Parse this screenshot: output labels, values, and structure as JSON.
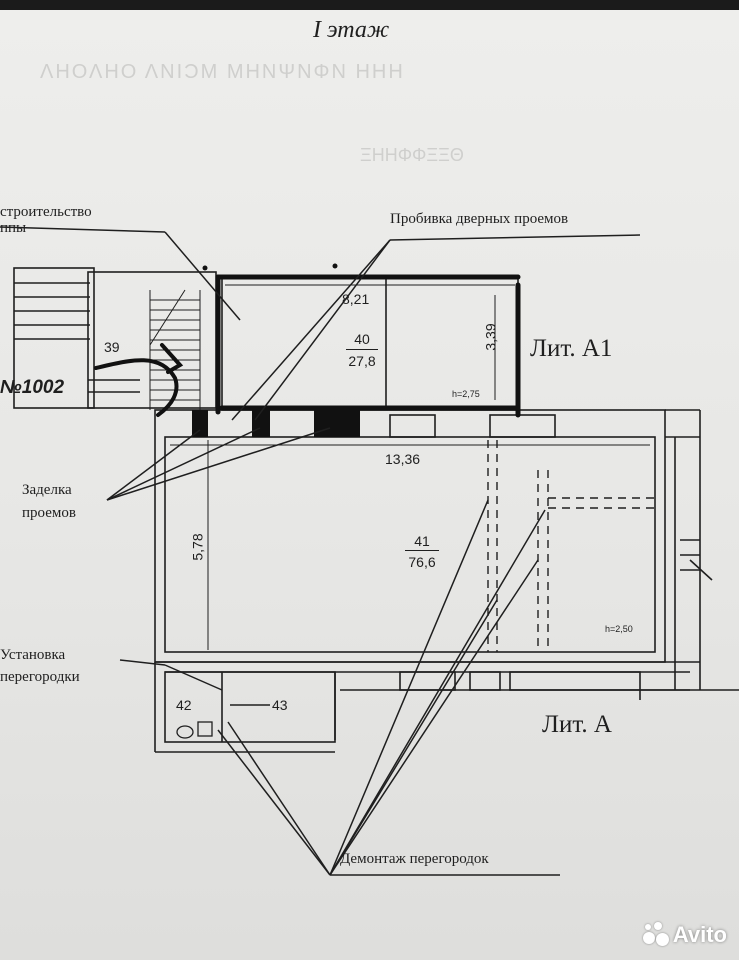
{
  "floor_title": "I этаж",
  "notes": {
    "construction": "строительство",
    "stairs": "ппы",
    "door_openings": "Пробивка дверных проемов",
    "seal_openings_1": "Заделка",
    "seal_openings_2": "проемов",
    "install_1": "Установка",
    "install_2": "перегородки",
    "dismantle": "Демонтаж перегородок"
  },
  "lit_labels": {
    "a1": "Лит. А1",
    "a": "Лит. А"
  },
  "dimensions": {
    "top": "8,21",
    "right": "3,39",
    "middle": "13,36",
    "left": "5,78"
  },
  "rooms": {
    "r39": "39",
    "r40_num": "40",
    "r40_area": "27,8",
    "r40_h": "h=2,75",
    "r41_num": "41",
    "r41_area": "76,6",
    "r41_h": "h=2,50",
    "r42": "42",
    "r43": "43"
  },
  "apartment_no": "№1002",
  "watermark": "Avito",
  "colors": {
    "ink": "#1f1f1f",
    "paper": "#e9e9e7",
    "wall": "#111111"
  }
}
